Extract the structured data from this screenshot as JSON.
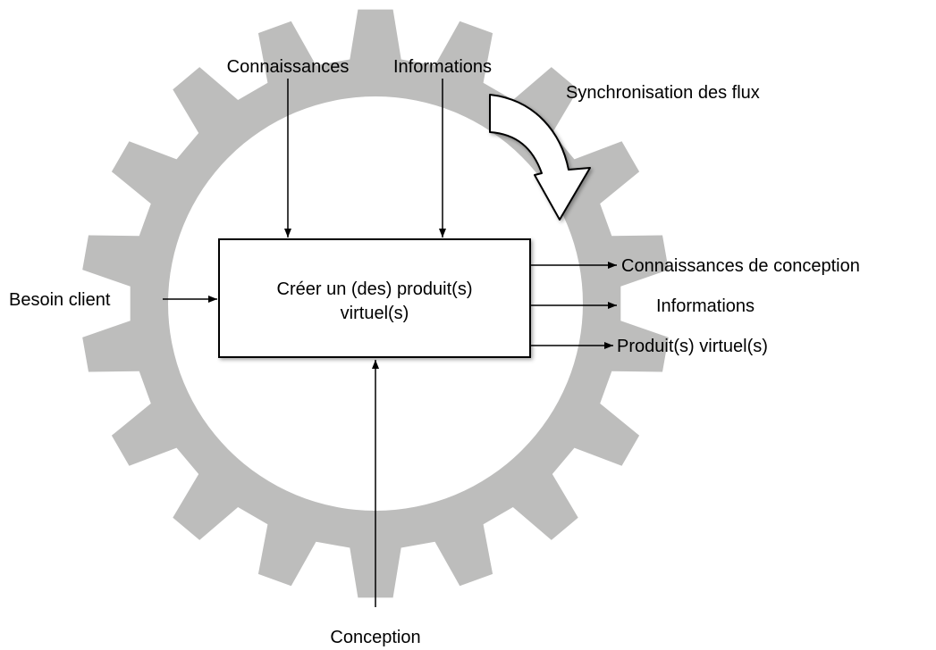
{
  "diagram": {
    "colors": {
      "gear": "#bdbdbc",
      "background": "#ffffff",
      "line": "#000000"
    },
    "process": {
      "line1": "Créer un (des) produit(s)",
      "line2": "virtuel(s)"
    },
    "inputs": {
      "top_left": "Connaissances",
      "top_right": "Informations",
      "left": "Besoin client",
      "bottom": "Conception"
    },
    "outputs": {
      "first": "Connaissances de conception",
      "second": "Informations",
      "third": "Produit(s) virtuel(s)"
    },
    "rotation_label": "Synchronisation des flux",
    "icons": [
      "gear-icon",
      "curved-arrow-icon"
    ]
  }
}
